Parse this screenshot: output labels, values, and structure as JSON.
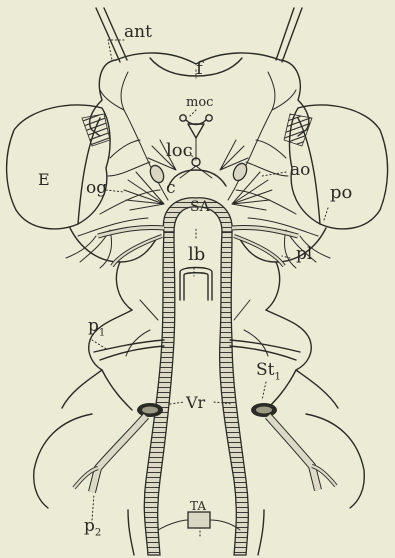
{
  "figure": {
    "labels": {
      "ant": "ant",
      "f": "f",
      "moc": "moc",
      "E": "E",
      "loc": "loc",
      "ao": "ao",
      "og": "og",
      "c": "c",
      "SA": "SA",
      "po": "po",
      "lb": "lb",
      "pl": "pl",
      "p": "p",
      "p1_sub": "1",
      "st": "St",
      "st1_sub": "1",
      "vr": "Vr",
      "p2_sub": "2",
      "ta": "TA"
    }
  },
  "colors": {
    "paper": "#ecebd6",
    "ink": "#2b2b26",
    "vessel_fill": "#d9d7c3"
  }
}
